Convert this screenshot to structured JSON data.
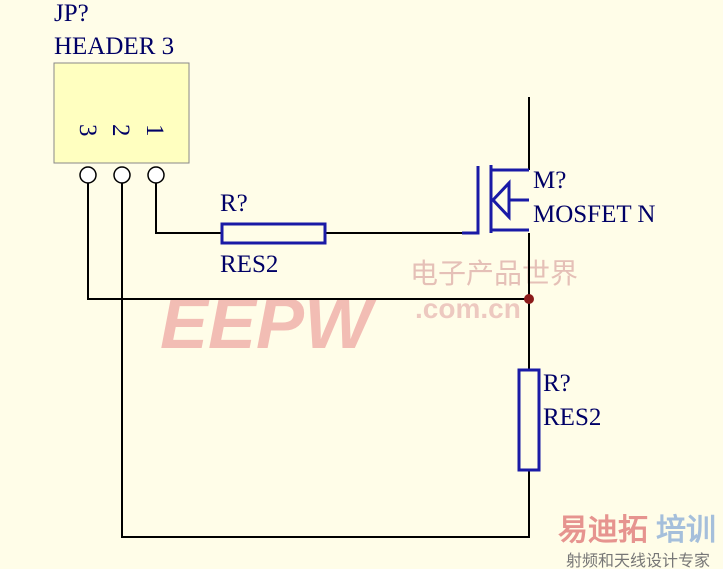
{
  "header": {
    "designator": "JP?",
    "name": "HEADER 3",
    "pins": [
      "3",
      "2",
      "1"
    ]
  },
  "resistor1": {
    "designator": "R?",
    "name": "RES2"
  },
  "mosfet": {
    "designator": "M?",
    "name": "MOSFET N"
  },
  "resistor2": {
    "designator": "R?",
    "name": "RES2"
  },
  "watermark": {
    "logo": "EEPW",
    "cn": "电子产品世界",
    "domain": ".com.cn"
  },
  "watermark2": {
    "brand_a": "易迪拓",
    "brand_b": "培训",
    "tagline": "射频和天线设计专家"
  },
  "colors": {
    "background": "#fffde8",
    "component": "#1a1aa6",
    "wire": "#000000",
    "header_fill": "#ffffc0",
    "junction": "#8b1a1a"
  }
}
